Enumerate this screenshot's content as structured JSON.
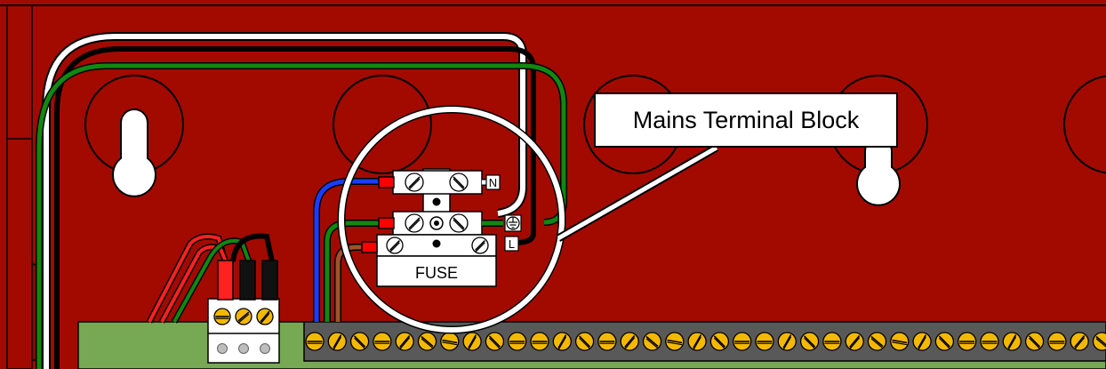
{
  "diagram": {
    "callout_label": "Mains Terminal Block",
    "terminal_labels": {
      "neutral": "N",
      "live": "L",
      "earth_icon": "earth-symbol-icon"
    },
    "fuse_label": "FUSE",
    "colors": {
      "enclosure_red": "#a20a00",
      "board_green": "#77a854",
      "strip_grey": "#595959",
      "screw_yellow": "#f4b800",
      "wire_red": "#ff0000",
      "wire_blue": "#1a3cff",
      "wire_brown": "#a0522d",
      "wire_green": "#118811",
      "wire_black": "#000000",
      "wire_white": "#ffffff"
    }
  }
}
